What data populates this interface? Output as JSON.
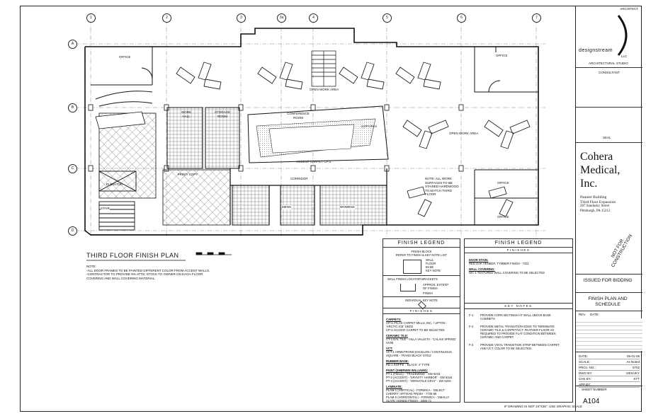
{
  "grid": {
    "columns": [
      "1",
      "2",
      "3",
      "3a",
      "4",
      "5",
      "6",
      "7"
    ],
    "rows": [
      "A",
      "B",
      "C",
      "D"
    ]
  },
  "plan": {
    "title": "THIRD FLOOR FINISH PLAN",
    "notes": [
      "NOTE:",
      "-ALL DOOR FRAMES TO BE PAINTED DIFFERENT COLOR FROM ACCENT WALLS.",
      "-CONTRACTOR TO PROVIDE 5% ATTIC STOCK TO OWNER ON EACH FLOOR",
      "COVERING AND WALL COVERING MATERIAL."
    ],
    "rooms": {
      "office_a": "OFFICE",
      "open_work_1": "OPEN WORK AREA",
      "open_work_2": "OPEN WORK AREA",
      "conference": "CONFERENCE ROOM",
      "copy": "COPY/FAX",
      "work_hall": "WORK HALL",
      "storage": "STORAGE ROOM",
      "print_copy": "PRINT/ COPY",
      "elevator": "ELEVATOR",
      "stair": "STAIR",
      "corridor": "CORRIDOR",
      "mens": "MENS",
      "womens": "WOMENS",
      "office_b": "OFFICE",
      "office_c": "OFFICE",
      "office_d": "OFFICE"
    },
    "callouts": {
      "accent_carpet": "ACCENT CARPET CP-2",
      "note_upper": "NOTE: ALL WORK SURFACES TO BE STAINED HARDWOOD TO MATCH THIRD FLOOR"
    },
    "footer": "IF DRAWING IS NOT 24\"X36\", USE GRAPHIC SCALE"
  },
  "legend_left": {
    "title": "FINISH LEGEND",
    "intro": [
      "FINISH BLOCK",
      "REFER TO FINISH & KEY NOTE LIST"
    ],
    "block_labels": [
      "WALL",
      "FLOOR",
      "BASE",
      "KEY NOTE"
    ],
    "bracket_title": "WALL FINISH LOCATOR BRACKETS",
    "bracket_labels": [
      "APPROX. EXTENT OF FINISH",
      "FINISH"
    ],
    "keynote_title": "INDIVIDUAL KEY NOTE",
    "section": "FINISHES",
    "items": [
      {
        "head": "CARPETS:"
      },
      {
        "text": "CP-1  ATLAS CARPET MILLS, INC. / UPTON - 'ARCTIC ICE' 18402"
      },
      {
        "text": "CP-2  ACCENT CARPET TO BE SELECTED"
      },
      {
        "head": "CERAMIC TILE:"
      },
      {
        "text": "CT-1  DAL TILE - VILLA VALLETA - 'CALAIS SPRING' VV05"
      },
      {
        "head": "VCT:"
      },
      {
        "text": "VCT-1 ARMSTRONG EXCELON / CONTINUOUS SQUARE - 'PIANO BLACK' 57012"
      },
      {
        "head": "RUBBER BASE:"
      },
      {
        "text": "RB-1  ROPPE - 'BLACK' 4\" TYPE"
      },
      {
        "head": "PAINT (SHERWIN WILLIAMS):"
      },
      {
        "text": "PT-1 (FIELD) - 'TRADEWIND' - SW 6218"
      },
      {
        "text": "PT-2 (ACCENT) - 'GRAVITY HARBOR' - SW 6244"
      },
      {
        "text": "PT-3 (ACCENT) - 'VERSATILE GRAY' - SW 6204"
      },
      {
        "head": "LAMINATE:"
      },
      {
        "text": "PLAM-1 (VERTICAL) - FORMICA - 'SELECT CHERRY' ARTISAN FINISH - 7735-58"
      },
      {
        "text": "PLAM-2 (HORIZONTAL) - FORMICA - 'SMALLY SLATE' HONED FINISH - 3485-71"
      }
    ]
  },
  "legend_right": {
    "title": "FINISH LEGEND",
    "section": "FINISHES",
    "items": [
      {
        "head": "DOOR STAIN:"
      },
      {
        "text": "RED OAK VENEER, TYMBER FINISH - 7321"
      },
      {
        "head": "WALL COVERING:"
      },
      {
        "text": "WC-1  TEXTURED WALL COVERING TO BE SELECTED"
      }
    ],
    "keynotes_title": "KEY NOTES",
    "keynotes": [
      {
        "id": "F-1",
        "text": "PROVIDE CORK BD FINISH AT WALL ABOVE BASE CABINETS"
      },
      {
        "id": "F-2",
        "text": "PROVIDE METAL TRANSITION EDGE TO TERMINATE CERAMIC TILE & CARPET/VCT. FEATHER FLOOR AS REQUIRED TO PROVIDE FLAT CONDITION BETWEEN CERAMIC AND CARPET."
      },
      {
        "id": "F-3",
        "text": "PROVIDE VINYL TRANSITION STRIP BETWEEN CARPET AND VCT. COLOR TO BE SELECTED."
      }
    ]
  },
  "title_block": {
    "architect_label": "ARCHITECT",
    "firm": "designstream",
    "firm_suffix": "LLC",
    "studio": "ARCHITECTURAL STUDIO",
    "consultant": "CONSULTANT",
    "seal": "SEAL",
    "client_name": "Cohera Medical, Inc.",
    "project": [
      "Pannier Building",
      "Third Floor Expansion",
      "207 Sandusky Street",
      "Pittsburgh, PA 15212"
    ],
    "stamp": "NOT FOR CONSTRUCTION",
    "issue": "ISSUED FOR BIDDING",
    "sheet_title": "FINISH PLAN AND SCHEDULE",
    "rev_label": "REV.",
    "date_label": "DATE:",
    "info": [
      {
        "k": "DATE:",
        "v": "05-01-08"
      },
      {
        "k": "SCALE:",
        "v": "As Noted"
      },
      {
        "k": "PROJ. NO.:",
        "v": "0702"
      },
      {
        "k": "DWG BY:",
        "v": "DES/JKY"
      },
      {
        "k": "CHK BY:",
        "v": "KTT"
      },
      {
        "k": "APP BY:",
        "v": ""
      }
    ],
    "sheet_number_label": "SHEET NUMBER",
    "sheet_number": "A104"
  }
}
